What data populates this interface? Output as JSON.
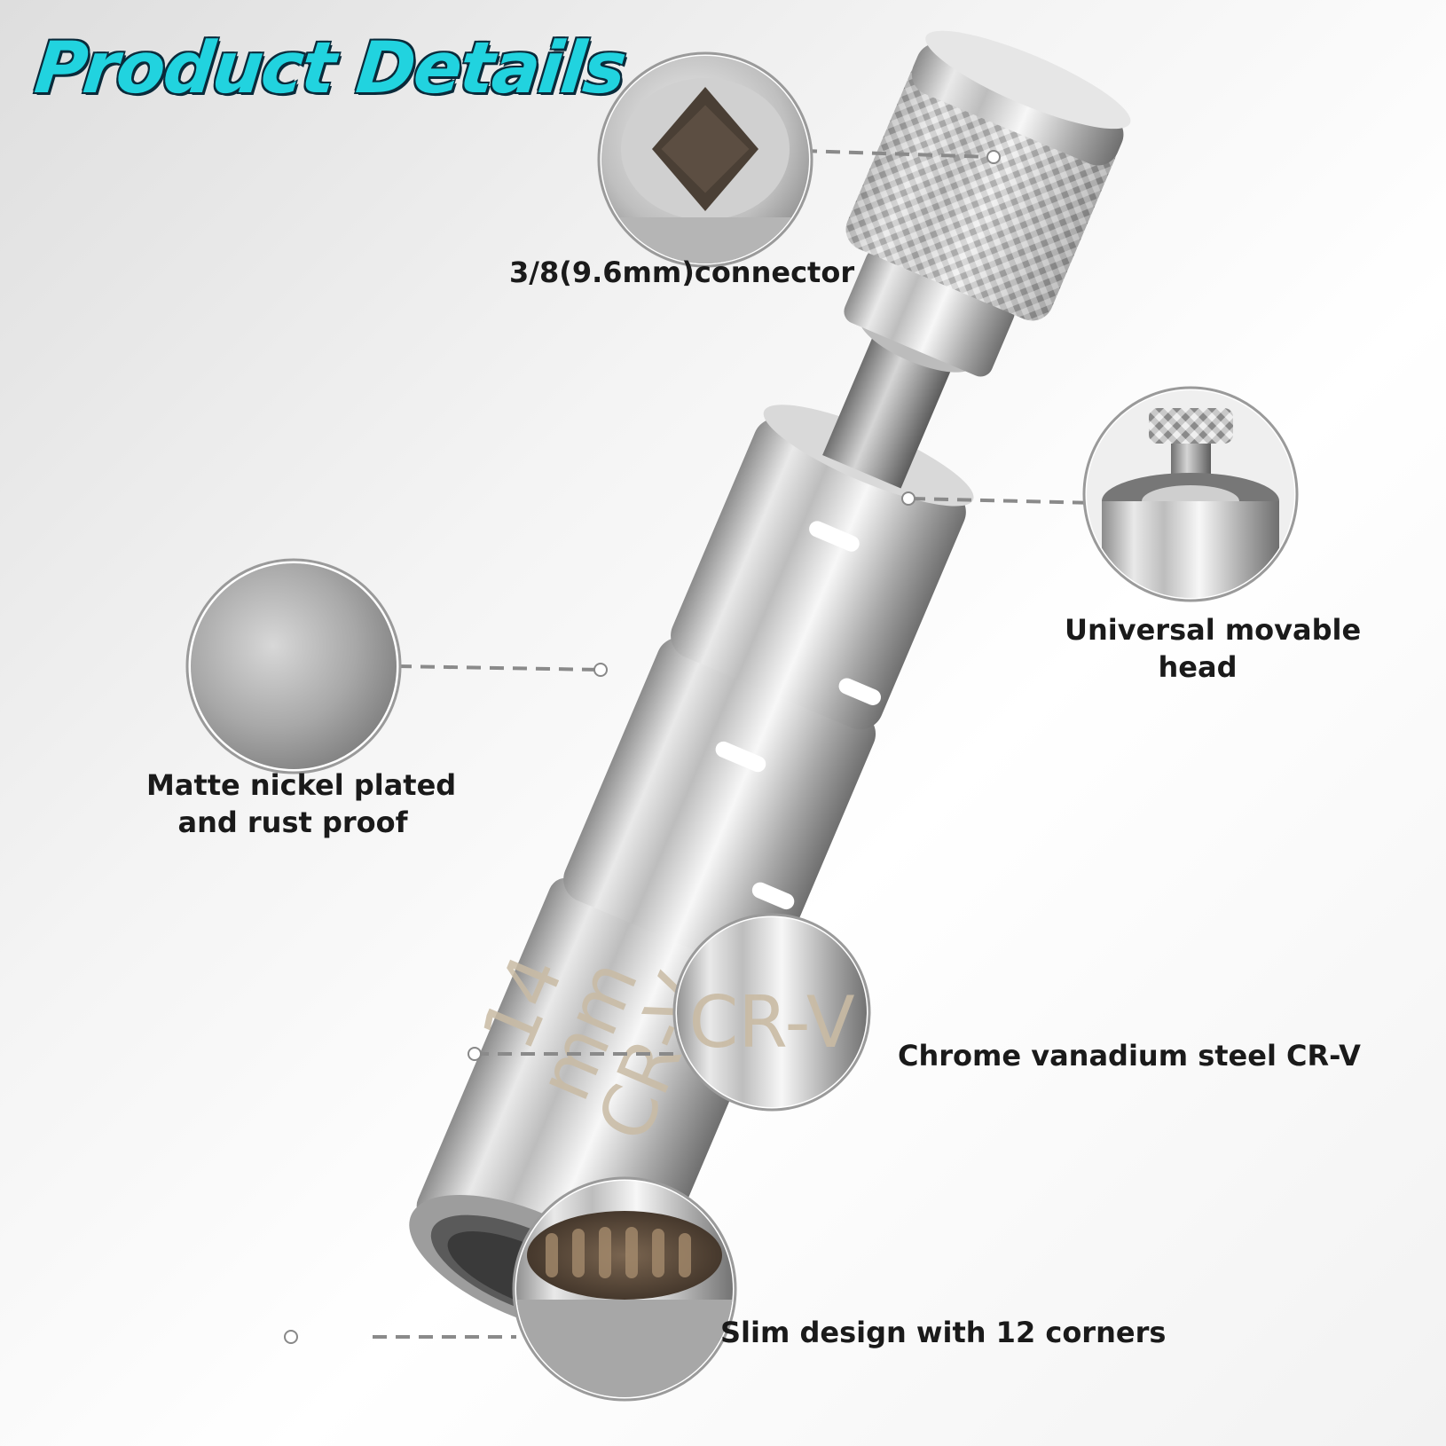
{
  "title": "Product Details",
  "features": {
    "connector": "3/8(9.6mm)connector",
    "universal_line1": "Universal movable",
    "universal_line2": "head",
    "matte_line1": "Matte nickel plated",
    "matte_line2": "and rust proof",
    "chrome": "Chrome vanadium steel CR-V",
    "slim": "Slim design with 12 corners"
  },
  "engraving": {
    "size": "14",
    "unit": "mm",
    "material": "CR-V"
  },
  "colors": {
    "title": "#21d3df",
    "title_outline": "#0a2a3a",
    "callout_line": "#8a8a8a"
  }
}
